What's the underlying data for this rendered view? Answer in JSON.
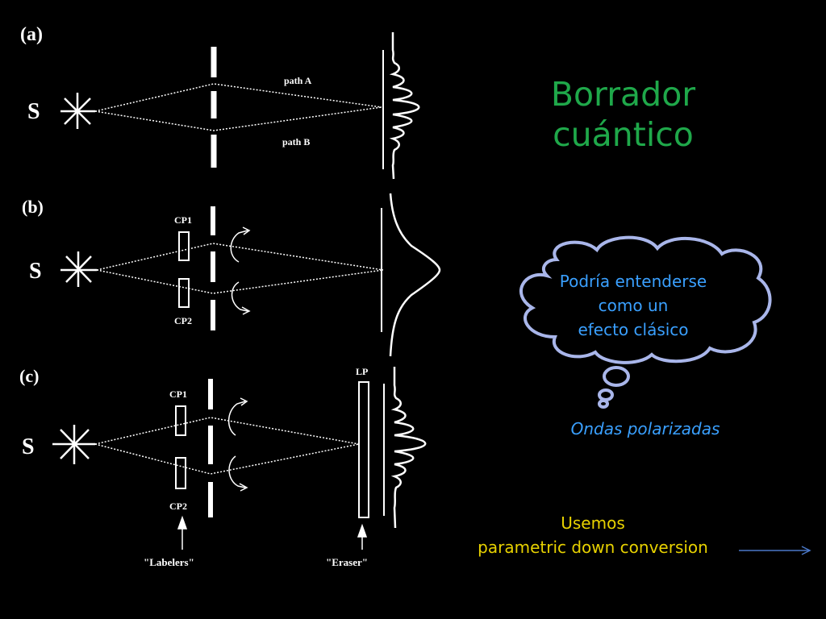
{
  "slide": {
    "title_line1": "Borrador",
    "title_line2": "cuántico",
    "cloud_line1": "Podría entenderse",
    "cloud_line2": "como un",
    "cloud_line3": "efecto clásico",
    "note": "Ondas polarizadas",
    "usemos_line1": "Usemos",
    "usemos_line2": "parametric down conversion"
  },
  "figure": {
    "panel_a": {
      "label": "(a)",
      "source": "S",
      "path_a": "path A",
      "path_b": "path B"
    },
    "panel_b": {
      "label": "(b)",
      "source": "S",
      "cp1": "CP1",
      "cp2": "CP2"
    },
    "panel_c": {
      "label": "(c)",
      "source": "S",
      "cp1": "CP1",
      "cp2": "CP2",
      "lp": "LP",
      "labelers": "\"Labelers\"",
      "eraser": "\"Eraser\""
    }
  },
  "colors": {
    "background": "#000000",
    "title": "#1fa84a",
    "cloud": "#3aa0ff",
    "cloud_outline": "#a9b6ea",
    "highlight": "#e8d200",
    "arrow": "#4a78c8"
  }
}
